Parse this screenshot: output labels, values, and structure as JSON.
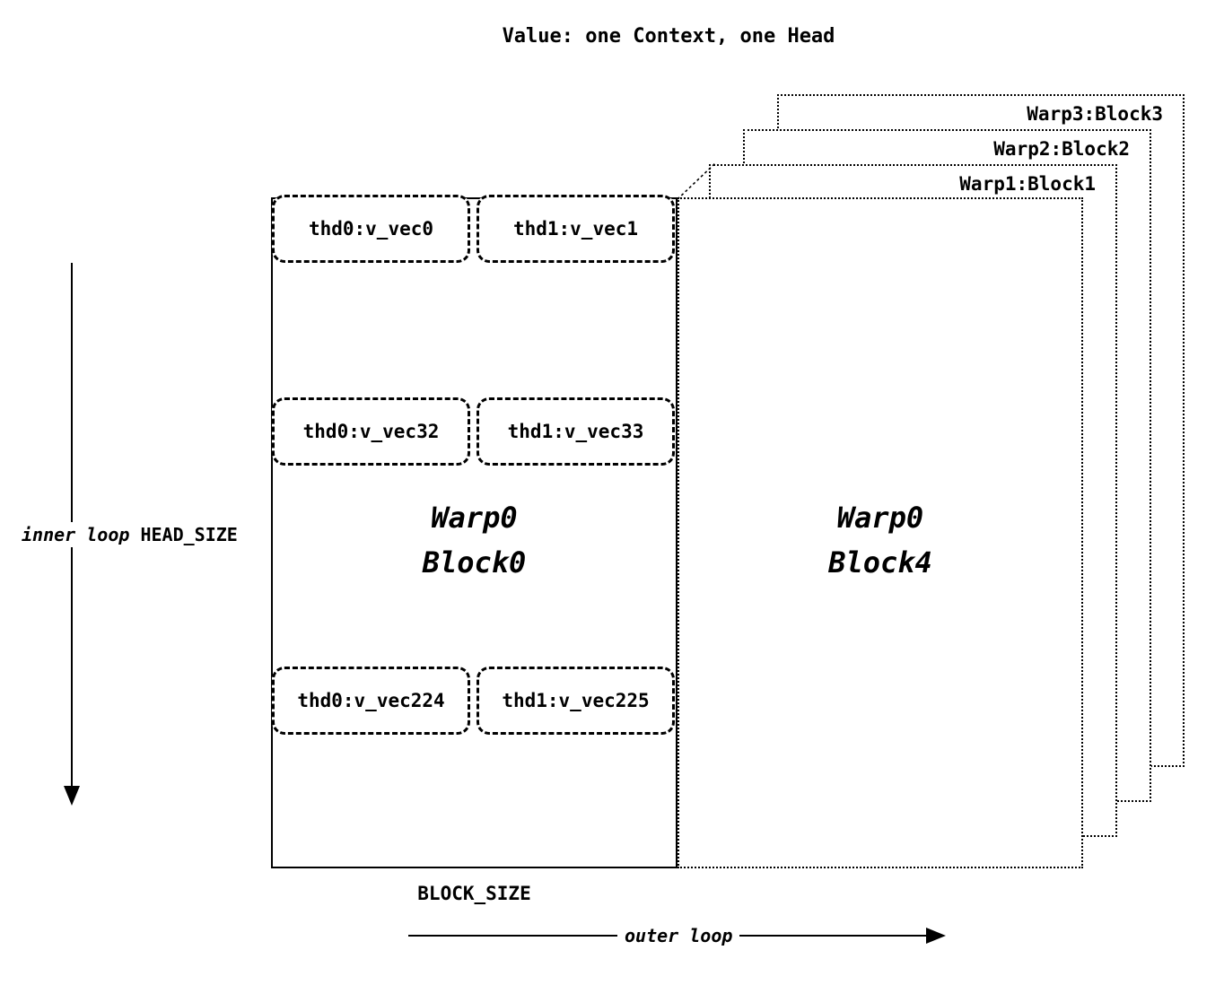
{
  "title": "Value: one Context, one Head",
  "stack_labels": [
    "Warp3:Block3",
    "Warp2:Block2",
    "Warp1:Block1"
  ],
  "block0": {
    "line1": "Warp0",
    "line2": "Block0"
  },
  "block4": {
    "line1": "Warp0",
    "line2": "Block4"
  },
  "vec_rows": [
    {
      "left": "thd0:v_vec0",
      "right": "thd1:v_vec1"
    },
    {
      "left": "thd0:v_vec32",
      "right": "thd1:v_vec33"
    },
    {
      "left": "thd0:v_vec224",
      "right": "thd1:v_vec225"
    }
  ],
  "axis": {
    "inner_loop": "inner loop",
    "head_size": "HEAD_SIZE",
    "block_size": "BLOCK_SIZE",
    "outer_loop": "outer loop"
  }
}
